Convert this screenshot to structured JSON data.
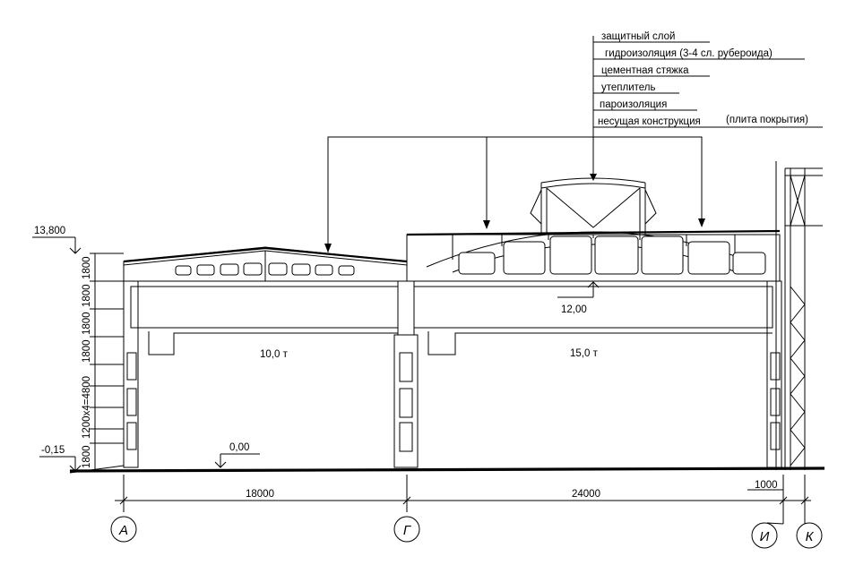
{
  "layers": [
    "защитный слой",
    "гидроизоляция (3-4 сл. рубероида)",
    "цементная стяжка",
    "утеплитель",
    "пароизоляция",
    "несущая конструкция",
    "(плита покрытия)"
  ],
  "levels": {
    "top": "13,800",
    "crane": "12,00",
    "floor": "0,00",
    "outside": "-0,15"
  },
  "cranes": {
    "left": "10,0  т",
    "right": "15,0 т"
  },
  "vertical_dims": [
    "1800",
    "1800",
    "1800",
    "1800",
    "1200х4=4800",
    "1800"
  ],
  "horizontal_dims": {
    "span1": "18000",
    "span2": "24000",
    "offset": "1000"
  },
  "axes": [
    "А",
    "Г",
    "И",
    "К"
  ]
}
